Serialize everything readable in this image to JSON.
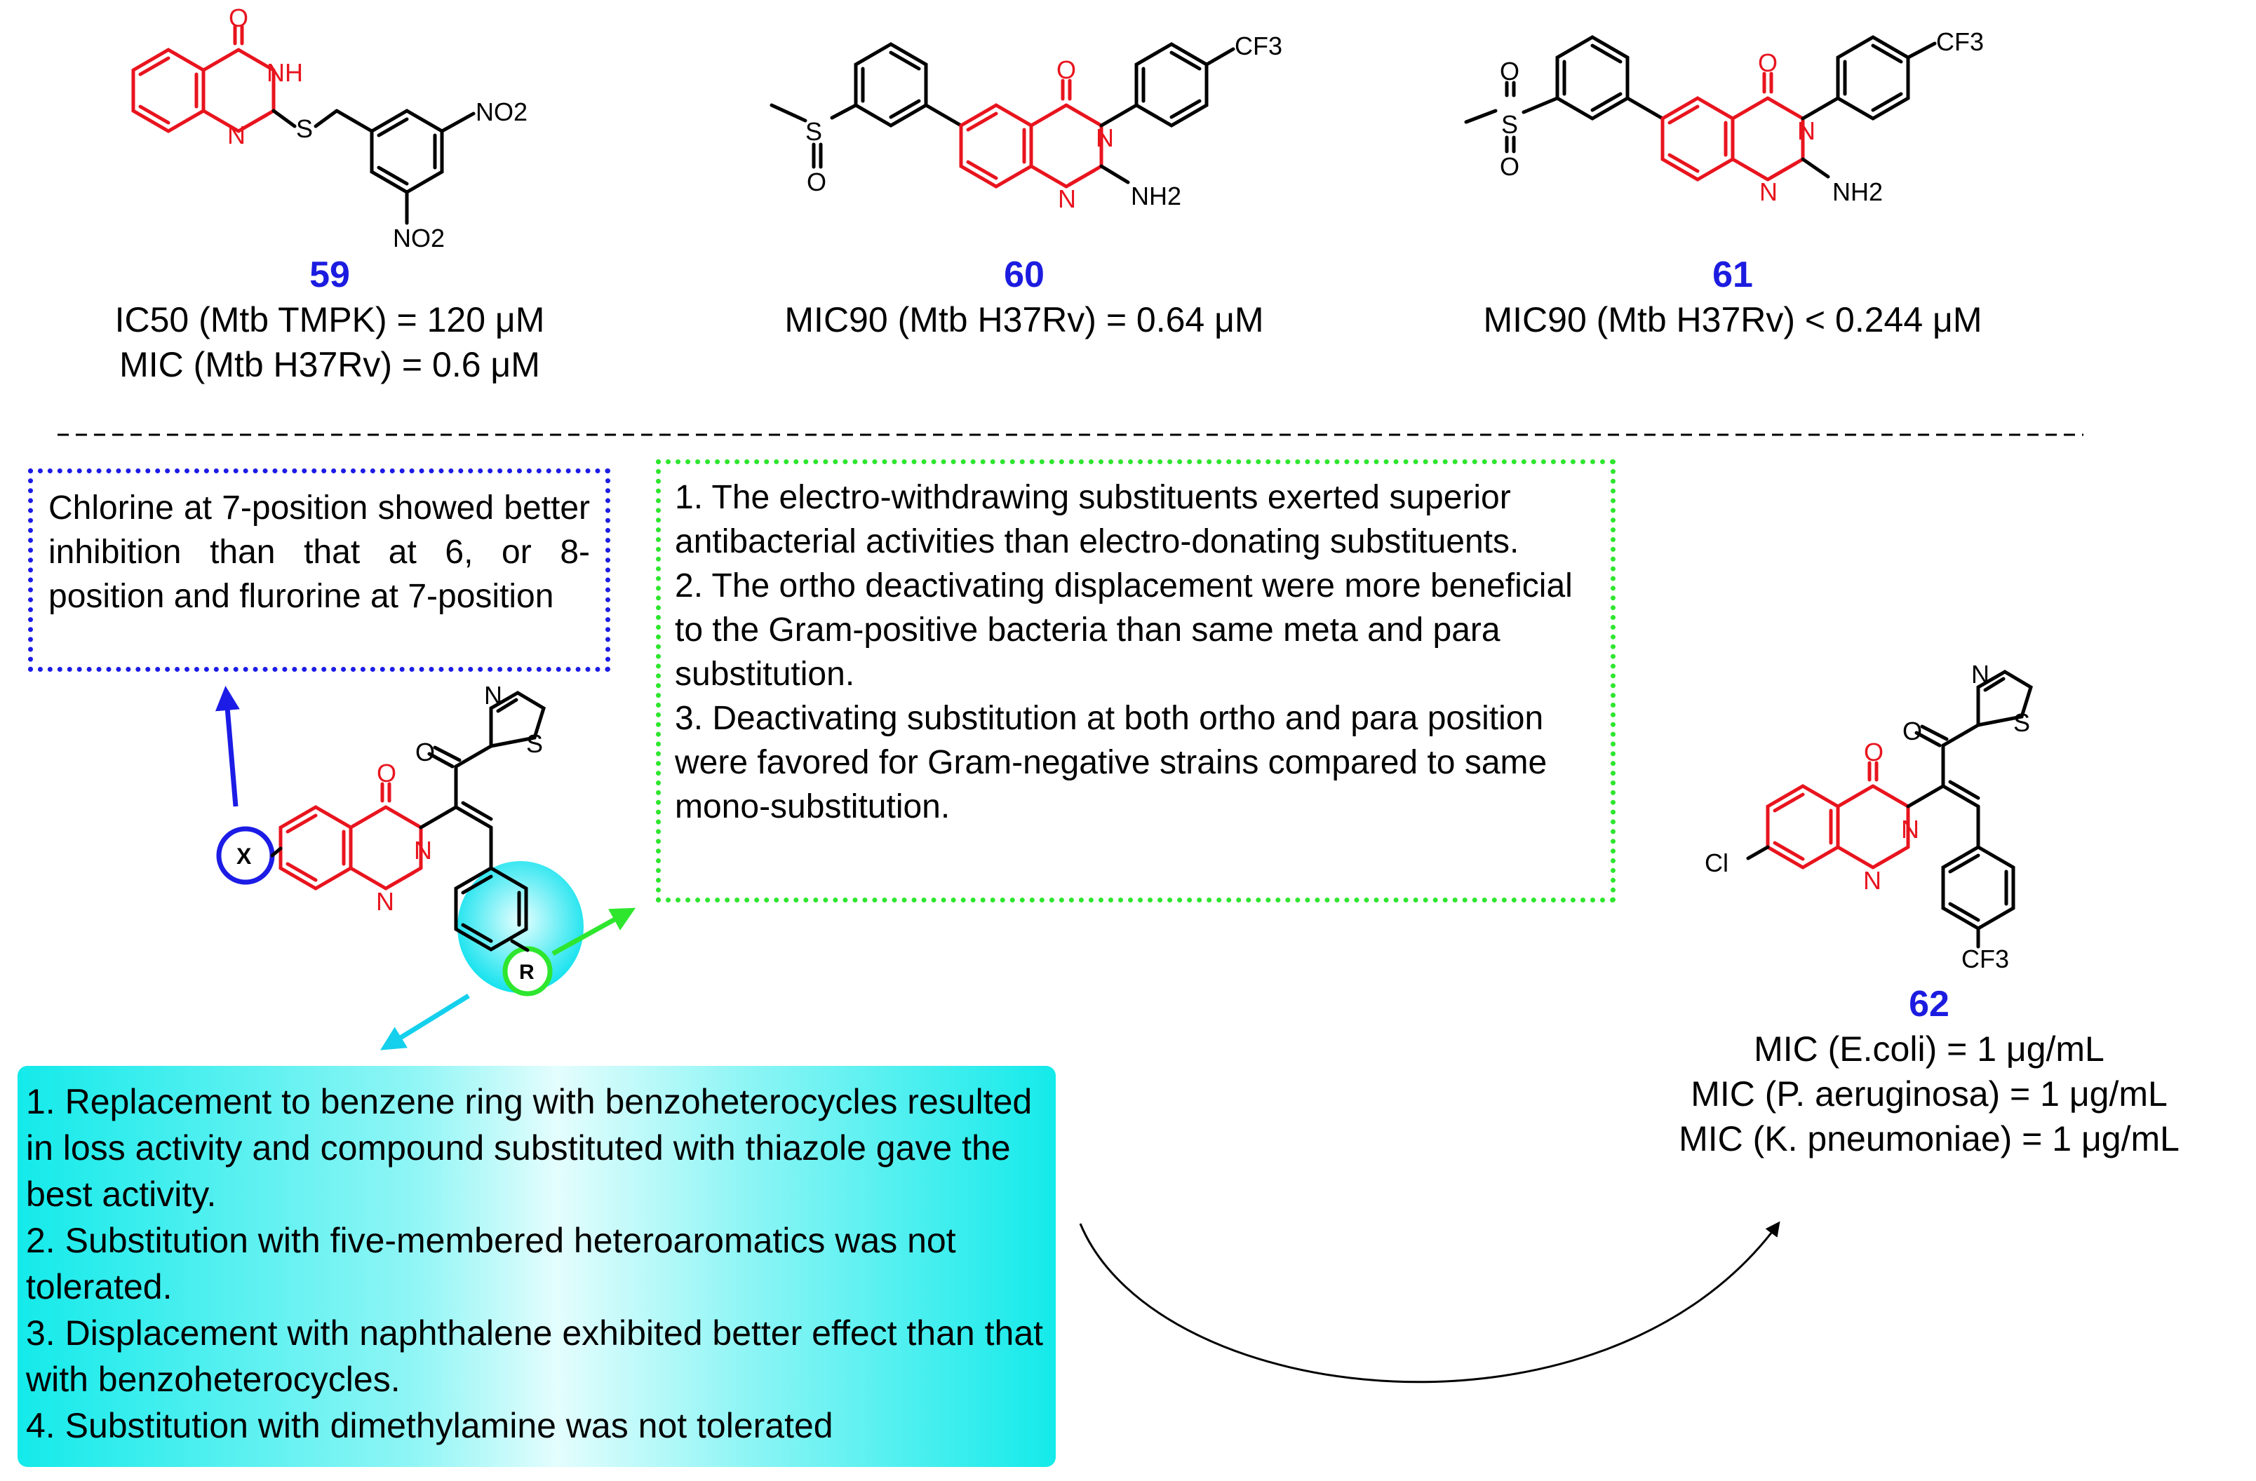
{
  "compounds": [
    {
      "id": "59",
      "line1": "IC50 (Mtb TMPK) = 120  μM",
      "line2": "MIC (Mtb H37Rv) = 0.6 μM"
    },
    {
      "id": "60",
      "line1": "MIC90 (Mtb H37Rv) = 0.64 μM"
    },
    {
      "id": "61",
      "line1": "MIC90 (Mtb H37Rv) < 0.244 μM"
    },
    {
      "id": "62",
      "line1": "MIC (E.coli) = 1 μg/mL",
      "line2": "MIC (P. aeruginosa) = 1 μg/mL",
      "line3": "MIC (K. pneumoniae) = 1 μg/mL"
    }
  ],
  "atom_labels": {
    "O": "O",
    "NH": "NH",
    "N": "N",
    "S": "S",
    "NO2": "NO2",
    "CF3": "CF3",
    "NH2": "NH2",
    "Cl": "Cl",
    "X": "X",
    "R": "R"
  },
  "notes": {
    "blue": "Chlorine at 7-position showed better inhibition than that at 6, or 8-position and flurorine at 7-position",
    "green": [
      "1. The electro-withdrawing substituents exerted superior antibacterial activities than electro-donating substituents.",
      "2. The ortho deactivating displacement were more beneficial to the Gram-positive bacteria than same meta and para substitution.",
      "3. Deactivating substitution at both ortho and para position were favored for Gram-negative strains compared to same mono-substitution."
    ],
    "cyan": [
      "1. Replacement to benzene ring with benzoheterocycles resulted in loss activity and compound substituted with thiazole gave the best activity.",
      "2. Substitution with five-membered heteroaromatics was not tolerated.",
      "3. Displacement with naphthalene exhibited better effect than that with benzoheterocycles.",
      "4. Substitution with dimethylamine was not tolerated"
    ]
  },
  "colors": {
    "core_red": "#e8141e",
    "compound_blue": "#1c1ce0",
    "blue_box": "#1c1ce6",
    "green_box": "#2ee62e",
    "cyan_box": "#14eaea",
    "arrow_cyan": "#14d0ec",
    "bond_black": "#000000"
  }
}
